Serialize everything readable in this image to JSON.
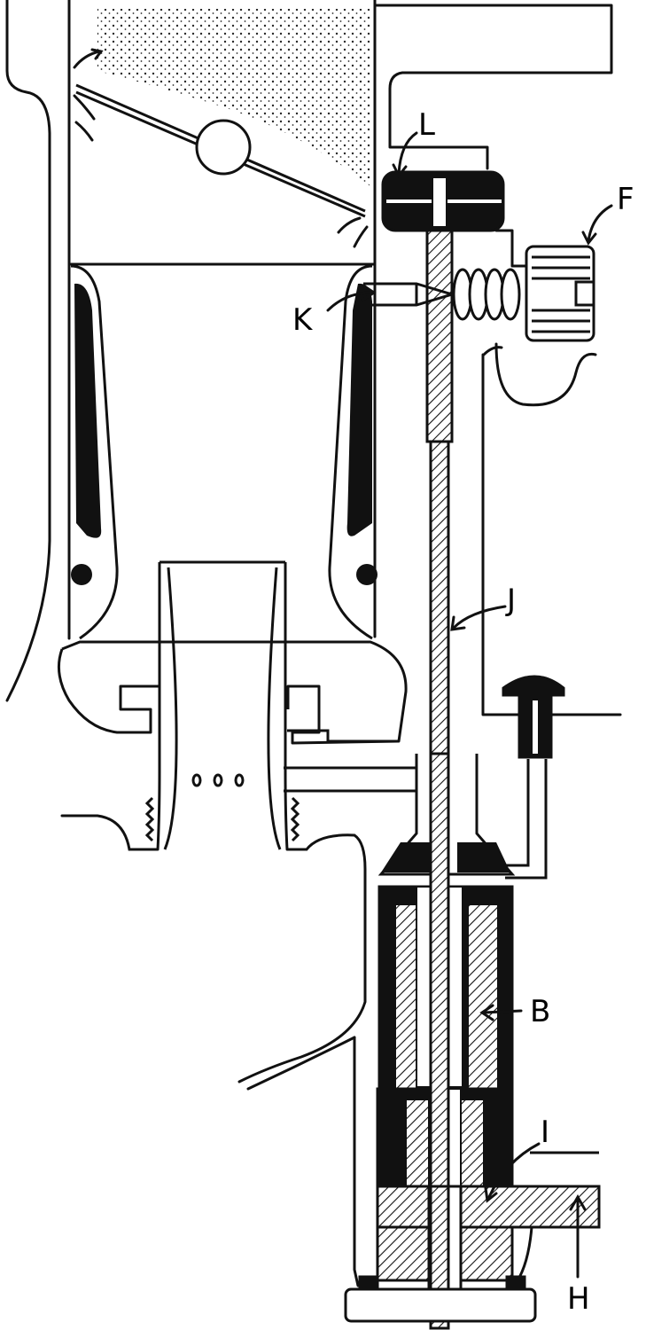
{
  "labels": {
    "L": "L",
    "F": "F",
    "K": "K",
    "J": "J",
    "B": "B",
    "I": "I",
    "H": "H"
  },
  "colors": {
    "ink": "#111111",
    "paper": "#ffffff"
  }
}
